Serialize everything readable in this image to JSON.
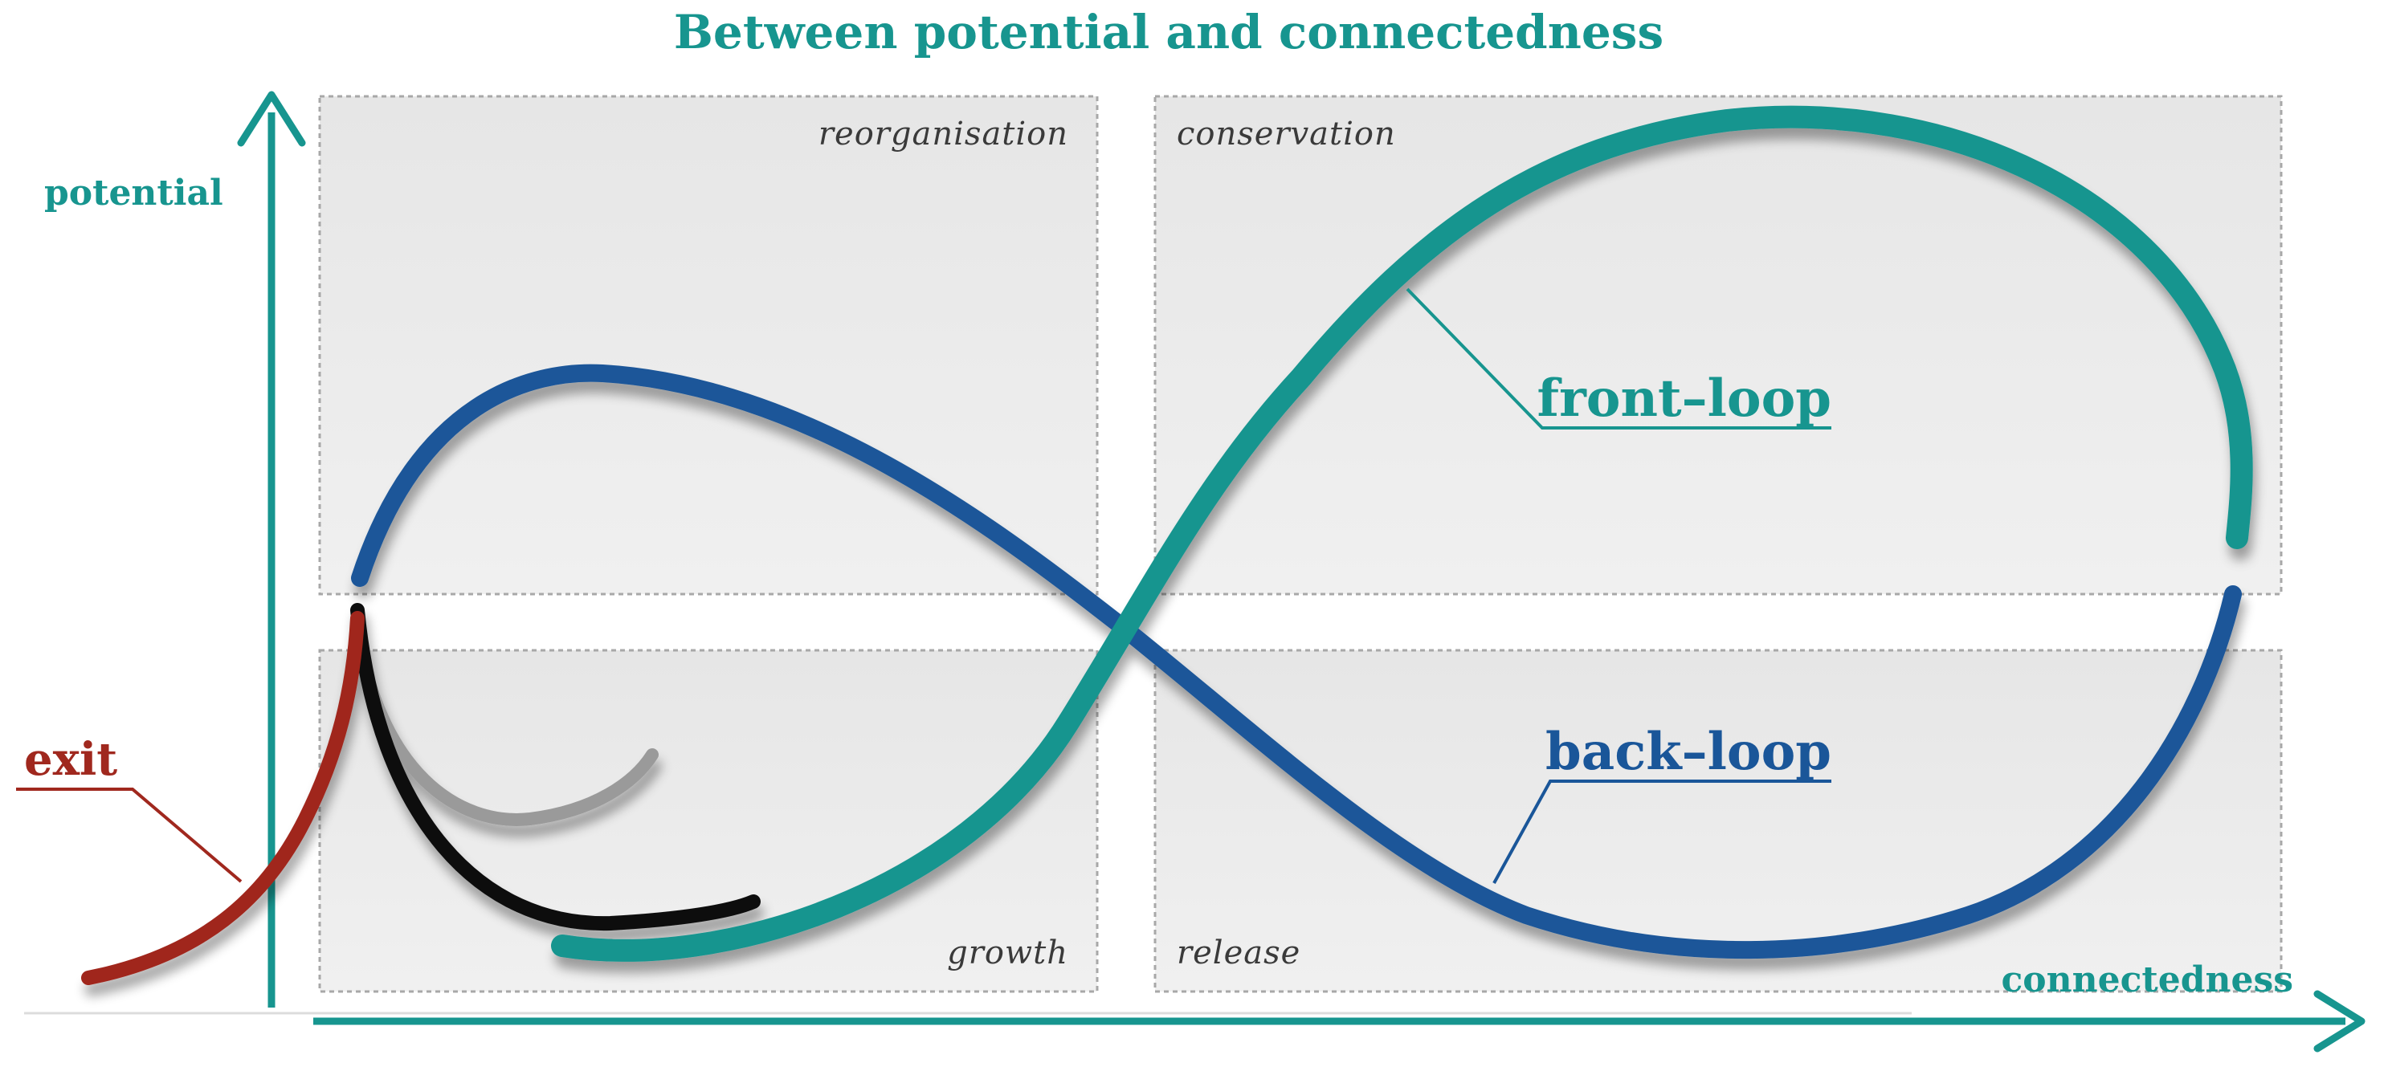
{
  "title": "Between potential and connectedness",
  "axes": {
    "y_label": "potential",
    "x_label": "connectedness"
  },
  "quadrants": {
    "top_left": "reorganisation",
    "top_right": "conservation",
    "bottom_left": "growth",
    "bottom_right": "release"
  },
  "labels": {
    "front_loop": "front–loop",
    "back_loop": "back–loop",
    "exit": "exit"
  },
  "colors": {
    "teal": "#17958f",
    "blue": "#1a5699",
    "red": "#a0281e",
    "black": "#111111",
    "gray": "#9a9a9a",
    "quadrant_fill": "#ececec",
    "quadrant_border": "#a8a8a8"
  }
}
